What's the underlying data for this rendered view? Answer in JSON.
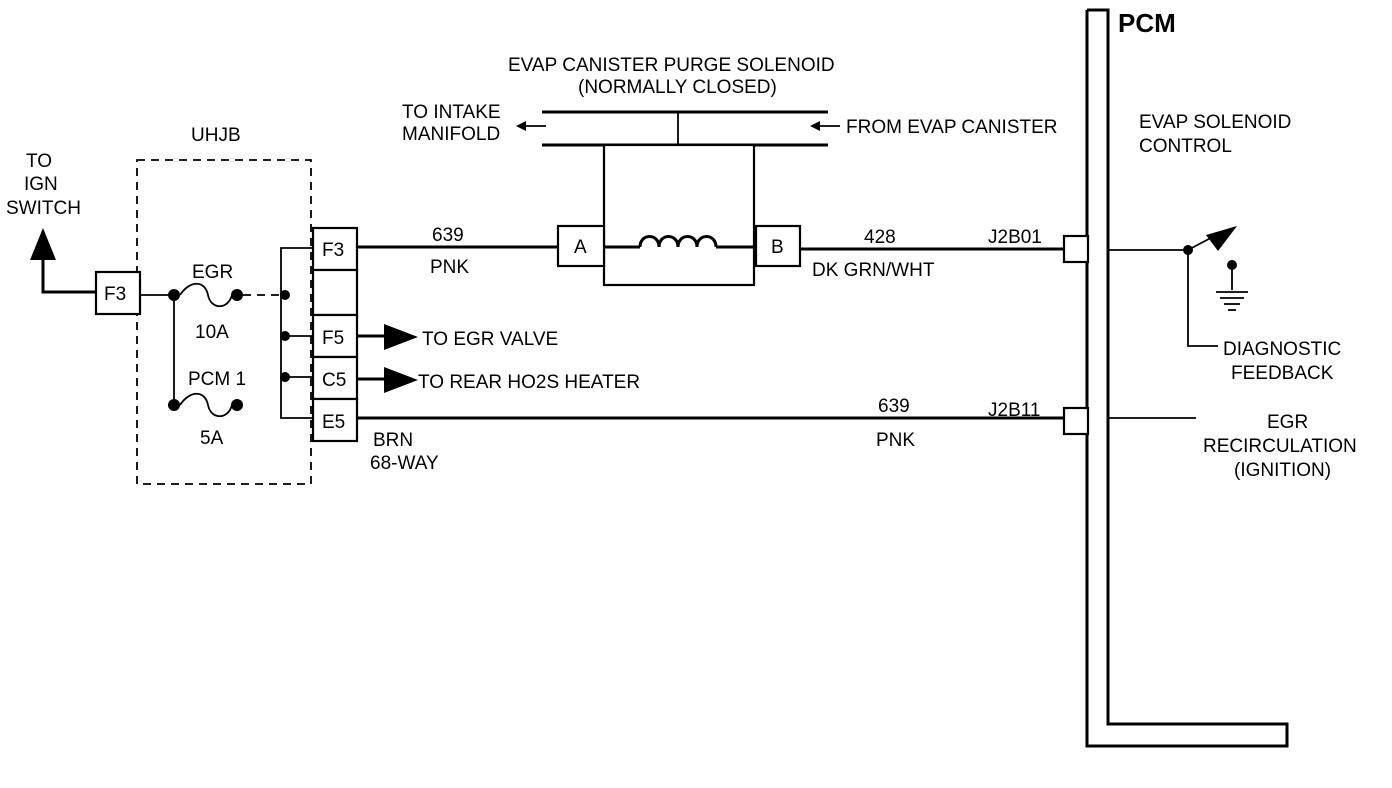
{
  "ign_switch": {
    "line1": "TO",
    "line2": "IGN",
    "line3": "SWITCH"
  },
  "uhjb": {
    "title": "UHJB",
    "input_pin": "F3"
  },
  "fuses": {
    "egr": {
      "name": "EGR",
      "rating": "10A"
    },
    "pcm1": {
      "name": "PCM 1",
      "rating": "5A"
    }
  },
  "connector": {
    "pins": [
      "F3",
      "",
      "F5",
      "C5",
      "E5"
    ],
    "color": "BRN",
    "type": "68-WAY"
  },
  "outputs": {
    "egr_valve": "TO EGR VALVE",
    "rear_ho2s": "TO REAR HO2S HEATER"
  },
  "wires": {
    "w639_top": {
      "circuit": "639",
      "color": "PNK"
    },
    "w428": {
      "circuit": "428",
      "color": "DK GRN/WHT"
    },
    "w639_bottom": {
      "circuit": "639",
      "color": "PNK"
    }
  },
  "solenoid": {
    "title_line1": "EVAP CANISTER PURGE SOLENOID",
    "title_line2": "(NORMALLY CLOSED)",
    "pin_a": "A",
    "pin_b": "B",
    "to_intake_line1": "TO INTAKE",
    "to_intake_line2": "MANIFOLD",
    "from_canister": "FROM EVAP CANISTER"
  },
  "pcm": {
    "title": "PCM",
    "terminal_top": "J2B01",
    "terminal_bottom": "J2B11",
    "evap_control_line1": "EVAP SOLENOID",
    "evap_control_line2": "CONTROL",
    "diag_line1": "DIAGNOSTIC",
    "diag_line2": "FEEDBACK",
    "egr_line1": "EGR",
    "egr_line2": "RECIRCULATION",
    "egr_line3": "(IGNITION)"
  }
}
